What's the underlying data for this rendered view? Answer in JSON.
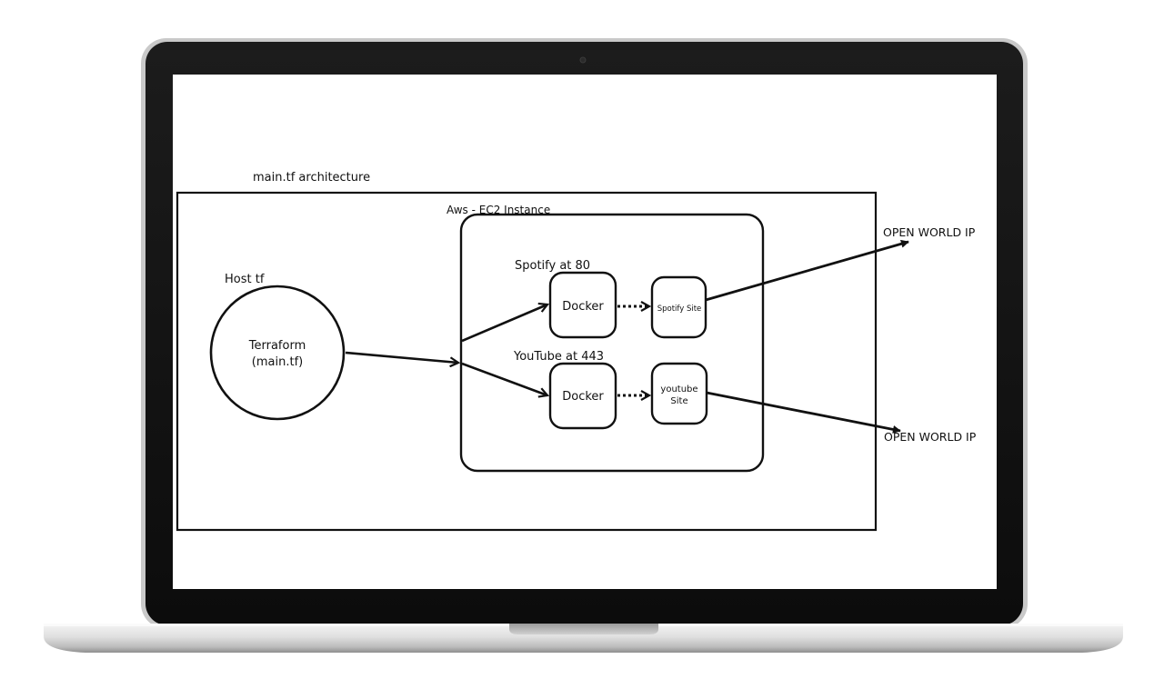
{
  "diagram": {
    "title": "main.tf architecture",
    "host": {
      "label": "Host tf",
      "node_line1": "Terraform",
      "node_line2": "(main.tf)"
    },
    "aws": {
      "label": "Aws - EC2 Instance",
      "spotify_group": "Spotify at 80",
      "youtube_group": "YouTube at 443",
      "docker_top": "Docker",
      "docker_bottom": "Docker",
      "spotify_site": "Spotify Site",
      "youtube_site_line1": "youtube",
      "youtube_site_line2": "Site"
    },
    "targets": {
      "top": "OPEN WORLD IP",
      "bottom": "OPEN WORLD IP"
    }
  },
  "colors": {
    "stroke": "#111111",
    "screen": "#ffffff",
    "bezel": "#141414",
    "base": "#d9d9d9"
  }
}
